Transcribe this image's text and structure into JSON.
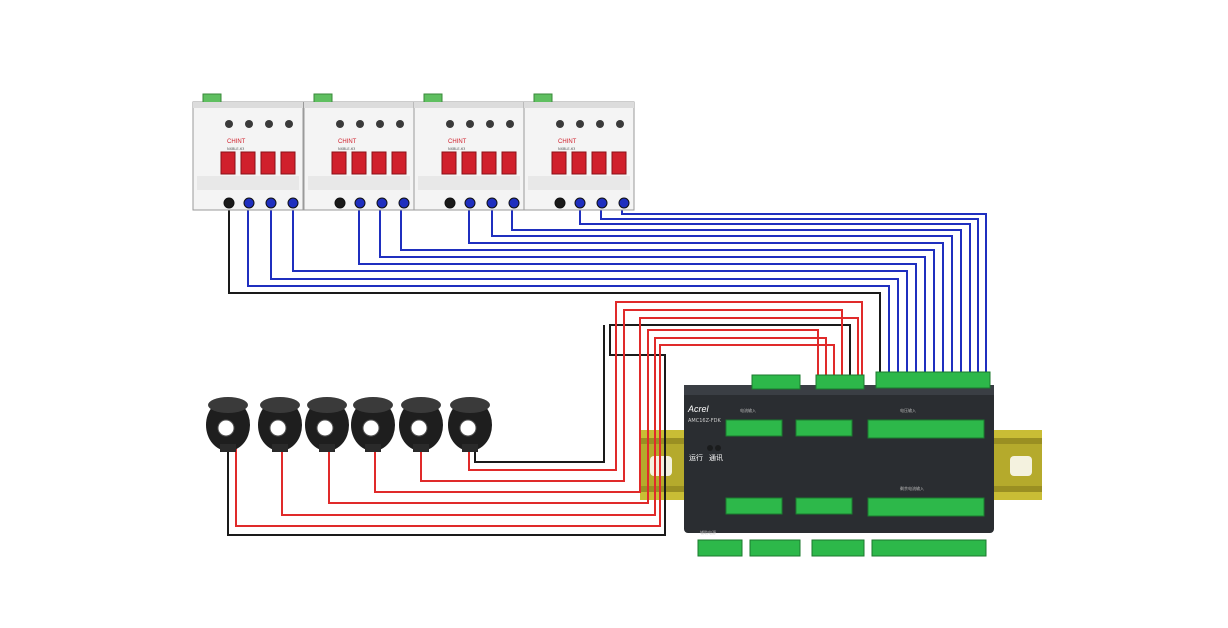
{
  "colors": {
    "background": "#ffffff",
    "wire_neutral": "#1a1a1a",
    "wire_blue": "#1f2fbf",
    "wire_red": "#e02a2a",
    "breaker_red": "#d0202c",
    "terminal_green": "#2db84a",
    "meter_body": "#2a2d31",
    "din_rail": "#b9ae2c"
  },
  "icons": {
    "breaker": "circuit-breaker-icon",
    "ct": "current-transformer-icon",
    "meter": "multi-channel-meter-icon"
  },
  "breakers": [
    {
      "brand": "CHINT",
      "model": "NXBLE-63"
    },
    {
      "brand": "CHINT",
      "model": "NXBLE-63"
    },
    {
      "brand": "CHINT",
      "model": "NXBLE-63"
    },
    {
      "brand": "CHINT",
      "model": "NXBLE-63"
    }
  ],
  "meter": {
    "brand": "Acrel",
    "model": "AMC16Z-FDK",
    "run_label": "运行",
    "comm_label": "通讯",
    "current_input_label": "电流输入",
    "voltage_input_label": "电压输入",
    "leakage_input_label": "剩余电流输入",
    "aux_power_label": "辅助电源"
  },
  "current_transformers": {
    "count": 6
  }
}
